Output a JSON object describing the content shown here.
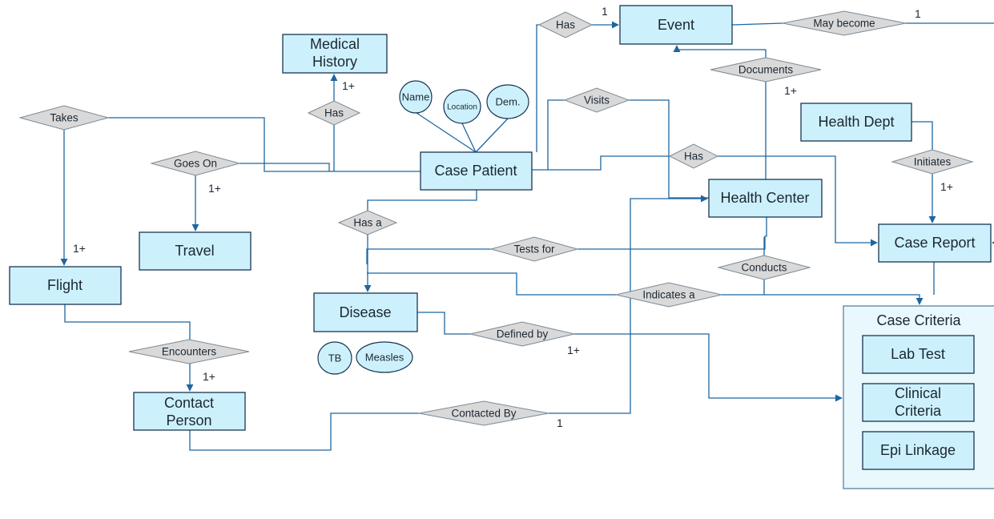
{
  "entities": {
    "event": "Event",
    "medical_history": [
      "Medical",
      "History"
    ],
    "case_patient": "Case Patient",
    "health_dept": "Health Dept",
    "health_center": "Health Center",
    "case_report": "Case Report",
    "travel": "Travel",
    "flight": "Flight",
    "disease": "Disease",
    "contact_person": [
      "Contact",
      "Person"
    ],
    "case_criteria": "Case Criteria",
    "lab_test": "Lab Test",
    "clinical_criteria": [
      "Clinical",
      "Criteria"
    ],
    "epi_linkage": "Epi Linkage"
  },
  "relationships": {
    "has_event": "Has",
    "may_become": "May become",
    "documents": "Documents",
    "visits": "Visits",
    "takes": "Takes",
    "has_history": "Has",
    "goes_on": "Goes On",
    "has_report": "Has",
    "initiates": "Initiates",
    "has_a": "Has a",
    "tests_for": "Tests for",
    "conducts": "Conducts",
    "indicates_a": "Indicates a",
    "encounters": "Encounters",
    "defined_by": "Defined by",
    "contacted_by": "Contacted By"
  },
  "attributes": {
    "name": "Name",
    "location": "Location",
    "dem": "Dem.",
    "tb": "TB",
    "measles": "Measles"
  },
  "cardinalities": {
    "event_has": "1",
    "may_become": "1",
    "history": "1+",
    "documents": "1+",
    "travel": "1+",
    "initiates": "1+",
    "flight": "1+",
    "defined_by": "1+",
    "encounters": "1+",
    "contacted_by": "1"
  },
  "colors": {
    "entity_fill": "#cdf1fc",
    "relationship_fill": "#d9d9d9",
    "connector": "#1e66a0"
  }
}
